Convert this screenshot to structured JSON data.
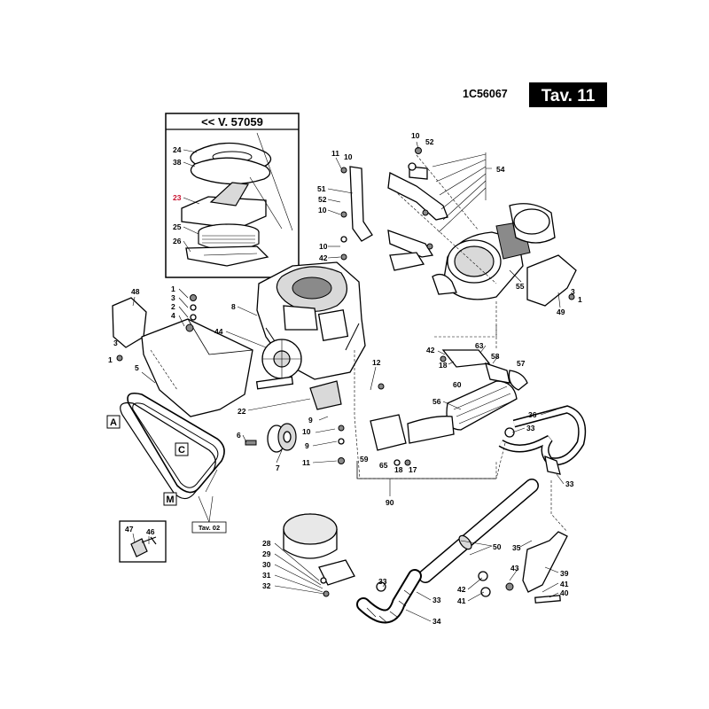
{
  "header": {
    "drawing_code": "1C56067",
    "table_label": "Tav. 11"
  },
  "inset": {
    "title": "<< V. 57059",
    "labels": [
      {
        "id": "24",
        "text": "24"
      },
      {
        "id": "38",
        "text": "38"
      },
      {
        "id": "23",
        "text": "23",
        "highlight": true
      },
      {
        "id": "25",
        "text": "25"
      },
      {
        "id": "26",
        "text": "26"
      }
    ]
  },
  "box_letters": [
    "A",
    "C",
    "M"
  ],
  "table_ref": "Tav. 02",
  "part_labels": [
    "10",
    "52",
    "54",
    "11",
    "10",
    "51",
    "52",
    "10",
    "10",
    "42",
    "55",
    "3",
    "1",
    "49",
    "48",
    "1",
    "3",
    "2",
    "4",
    "8",
    "44",
    "3",
    "1",
    "5",
    "42",
    "63",
    "18",
    "58",
    "57",
    "60",
    "12",
    "9",
    "10",
    "22",
    "56",
    "36",
    "33",
    "59",
    "65",
    "18",
    "17",
    "6",
    "9",
    "7",
    "11",
    "33",
    "90",
    "28",
    "29",
    "30",
    "31",
    "32",
    "50",
    "35",
    "43",
    "39",
    "41",
    "40",
    "42",
    "41",
    "33",
    "33",
    "34",
    "47",
    "46"
  ],
  "colors": {
    "ink": "#000000",
    "highlight_label": "#c8102e",
    "tav_badge": "#000000",
    "shading": "#d9d9d9"
  }
}
